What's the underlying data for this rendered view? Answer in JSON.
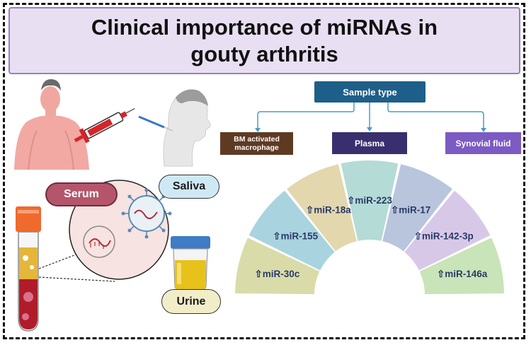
{
  "title": "Clinical importance of miRNAs in gouty arthritis",
  "sample_type": {
    "label": "Sample type"
  },
  "sources": {
    "bm": "BM activated macrophage",
    "plasma": "Plasma",
    "synovial": "Synovial fluid"
  },
  "fluids": {
    "serum": "Serum",
    "saliva": "Saliva",
    "urine": "Urine"
  },
  "mirnas": [
    {
      "label": "⇧miR-30c",
      "color": "#d9dca9"
    },
    {
      "label": "⇧miR-155",
      "color": "#a9d3df"
    },
    {
      "label": "⇧miR-18a",
      "color": "#e3d7ad"
    },
    {
      "label": "⇧miR-223",
      "color": "#b4dbd6"
    },
    {
      "label": "⇧miR-17",
      "color": "#b8c5dc"
    },
    {
      "label": "⇧miR-142-3p",
      "color": "#d8c8e8"
    },
    {
      "label": "⇧miR-146a",
      "color": "#c9e4b8"
    }
  ],
  "colors": {
    "sample_type": "#1e5f89",
    "bm": "#5e3a23",
    "plasma": "#3a2f6e",
    "synovial": "#7c5bc3",
    "title_bg": "#e9dff3",
    "connector": "#4a9cc8"
  },
  "icons": [
    "human-torso-icon",
    "syringe-icon",
    "head-swab-icon",
    "blood-tube-icon",
    "virus-icon",
    "urine-cup-icon"
  ]
}
